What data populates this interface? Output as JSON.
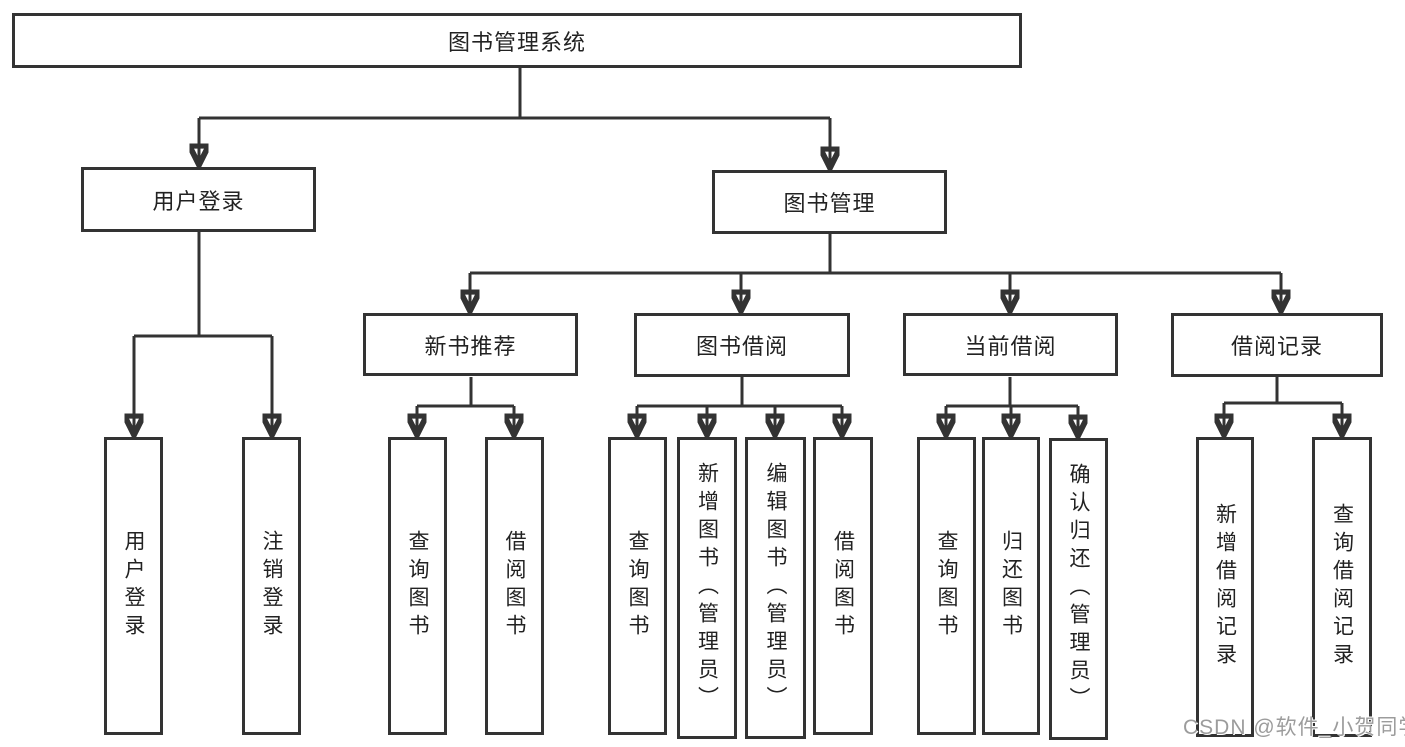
{
  "tree": {
    "root": {
      "label": "图书管理系统"
    },
    "level2": [
      {
        "label": "用户登录"
      },
      {
        "label": "图书管理"
      }
    ],
    "level3": [
      {
        "label": "新书推荐"
      },
      {
        "label": "图书借阅"
      },
      {
        "label": "当前借阅"
      },
      {
        "label": "借阅记录"
      }
    ],
    "leaves": {
      "user": [
        {
          "label": "用户登录"
        },
        {
          "label": "注销登录"
        }
      ],
      "newbook": [
        {
          "label": "查询图书"
        },
        {
          "label": "借阅图书"
        }
      ],
      "borrow": [
        {
          "label": "查询图书"
        },
        {
          "label": "新增图书（管理员）"
        },
        {
          "label": "编辑图书（管理员）"
        },
        {
          "label": "借阅图书"
        }
      ],
      "current": [
        {
          "label": "查询图书"
        },
        {
          "label": "归还图书"
        },
        {
          "label": "确认归还（管理员）"
        }
      ],
      "record": [
        {
          "label": "新增借阅记录"
        },
        {
          "label": "查询借阅记录"
        }
      ]
    }
  },
  "style": {
    "line_color": "#333333",
    "text_color": "#222222",
    "background": "#ffffff",
    "watermark_color": "#9c9c9c"
  },
  "watermark": {
    "text": "CSDN @软件_小贺同学"
  }
}
